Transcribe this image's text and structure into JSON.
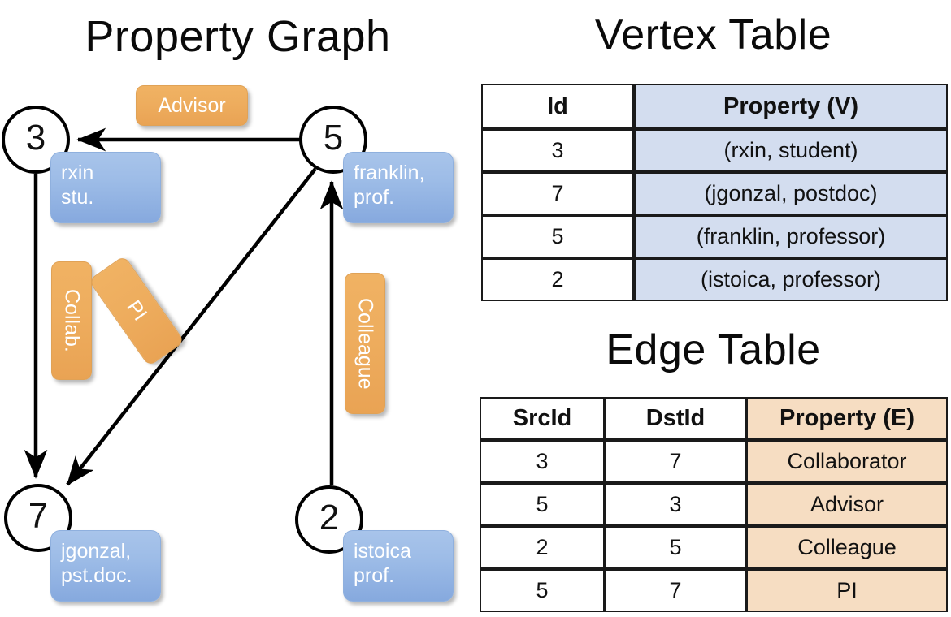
{
  "titles": {
    "property_graph": "Property Graph",
    "vertex_table": "Vertex Table",
    "edge_table": "Edge Table"
  },
  "graph": {
    "nodes": [
      {
        "id": "3",
        "property_label": "rxin\nstu.",
        "line1": "rxin",
        "line2": "stu."
      },
      {
        "id": "5",
        "property_label": "franklin, prof.",
        "line1": "franklin,",
        "line2": "prof."
      },
      {
        "id": "7",
        "property_label": "jgonzal, pst.doc.",
        "line1": "jgonzal,",
        "line2": "pst.doc."
      },
      {
        "id": "2",
        "property_label": "istoica prof.",
        "line1": "istoica",
        "line2": "prof."
      }
    ],
    "edge_labels": [
      {
        "name": "advisor",
        "text": "Advisor"
      },
      {
        "name": "collab",
        "text": "Collab."
      },
      {
        "name": "pi",
        "text": "PI"
      },
      {
        "name": "colleague",
        "text": "Colleague"
      }
    ]
  },
  "vertex_table": {
    "headers": [
      "Id",
      "Property (V)"
    ],
    "rows": [
      {
        "id": "3",
        "property": "(rxin, student)"
      },
      {
        "id": "7",
        "property": "(jgonzal, postdoc)"
      },
      {
        "id": "5",
        "property": "(franklin, professor)"
      },
      {
        "id": "2",
        "property": "(istoica, professor)"
      }
    ]
  },
  "edge_table": {
    "headers": [
      "SrcId",
      "DstId",
      "Property (E)"
    ],
    "rows": [
      {
        "src": "3",
        "dst": "7",
        "property": "Collaborator"
      },
      {
        "src": "5",
        "dst": "3",
        "property": "Advisor"
      },
      {
        "src": "2",
        "dst": "5",
        "property": "Colleague"
      },
      {
        "src": "5",
        "dst": "7",
        "property": "PI"
      }
    ]
  },
  "colors": {
    "vertex_property_fill": "#d3ddef",
    "edge_property_fill": "#f6ddc2",
    "node_box_blue": "#9dbce7",
    "edge_label_orange": "#eead5e",
    "stroke": "#000000"
  }
}
